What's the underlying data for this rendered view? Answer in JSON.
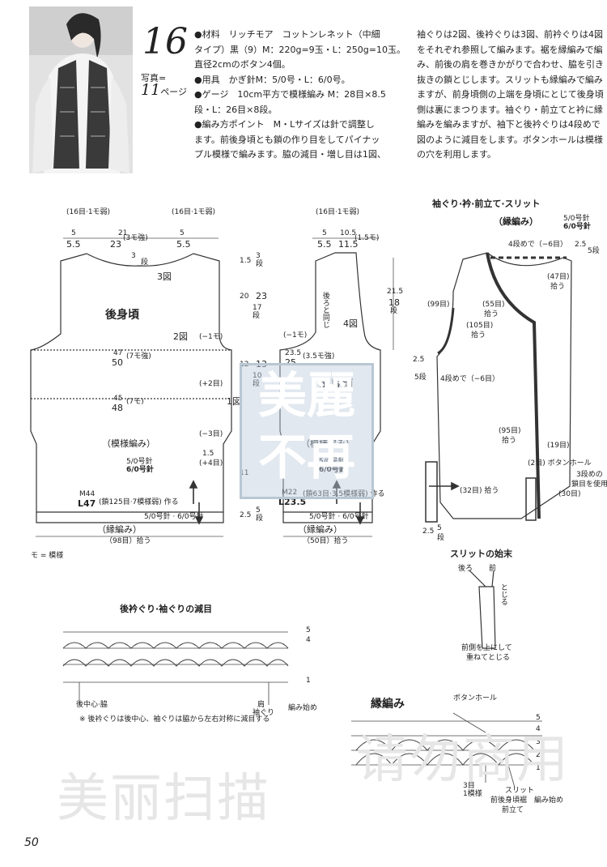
{
  "header": {
    "pattern_number": "16",
    "photo_label": "写真=",
    "photo_page_num": "11",
    "photo_page_unit": "ページ"
  },
  "materials_text": [
    "●材料　リッチモア　コットンレネット（中細",
    "タイプ）黒（9）M：220g=9玉・L：250g=10玉。",
    "直径2cmのボタン4個。",
    "●用具　かぎ針M：5/0号・L：6/0号。",
    "●ゲージ　10cm平方で模様編み M：28目×8.5",
    "段・L：26目×8段。",
    "●編み方ポイント　M・Lサイズは針で調整し",
    "ます。前後身頃とも鎖の作り目をしてパイナッ",
    "プル模様で編みます。脇の減目・増し目は1図、"
  ],
  "instructions_text": [
    "袖ぐりは2図、後衿ぐりは3図、前衿ぐりは4図",
    "をそれぞれ参照して編みます。裾を縁編みで編",
    "み、前後の肩を巻きかがりで合わせ、脇を引き",
    "抜きの鎖とじします。スリットも縁編みで編み",
    "ますが、前身頃側の上端を身頃にとじて後身頃",
    "側は裏にまつります。袖ぐり・前立てと衿に縁",
    "編みを編みますが、袖下と後衿ぐりは4段めで",
    "図のように減目をします。ボタンホールは模様",
    "の穴を利用します。"
  ],
  "back_body": {
    "title": "後身頃",
    "fig_label3": "3図",
    "fig_label2": "2図",
    "fig_label1": "1図",
    "pattern_label": "（模様編み）",
    "needle1": "5/0号針",
    "needle2": "6/0号針",
    "top_shoulder_l": "(16目·1モ弱)",
    "top_shoulder_r": "(16目·1モ弱)",
    "top_5_l": "5",
    "top_55_l": "5.5",
    "top_21": "21",
    "top_23": "23",
    "top_mo": "(3モ強)",
    "top_5_r": "5",
    "top_55_r": "5.5",
    "neck_3": "3",
    "neck_3dan": "段",
    "arm_minus": "(−1モ)",
    "width_47": "47",
    "width_50": "50",
    "width_mo": "(7モ強)",
    "plus2": "(+2目)",
    "width_45": "45",
    "width_48": "48",
    "width_mo2": "(7モ)",
    "minus3": "(−3目)",
    "d15": "1.5",
    "plus4": "(+4目)",
    "m44": "M44",
    "l47": "L47",
    "chain": "(鎖125目·7模様弱) 作る",
    "edge_needles": "5/0号針 · 6/0号針",
    "edge_label": "（縁編み）",
    "edge_pick": "（98目）拾う"
  },
  "side_dims": {
    "d15": "1.5",
    "d3": "3",
    "dan3": "段",
    "d20": "20",
    "d23": "23",
    "d17": "17",
    "dan17": "段",
    "d12": "12",
    "d13": "13",
    "d10": "10",
    "d11": "11",
    "d10dan": "段",
    "d25": "2.5",
    "d5": "5",
    "dan5": "段",
    "same_as_back": "後ろと同じ"
  },
  "front_body": {
    "title": "前身頃",
    "fig_label4": "4図",
    "top_shoulder": "(16目·1モ弱)",
    "t5": "5",
    "t55": "5.5",
    "t105": "10.5",
    "t115": "11.5",
    "t15mo": "(1.5モ)",
    "d215": "21.5",
    "d18": "18",
    "dan18": "段",
    "minus1": "(−1モ)",
    "w235": "23.5",
    "w25": "25",
    "w35mo": "(3.5モ強)",
    "pattern_label": "（模様編み）",
    "needle1": "5/0号針",
    "needle2": "6/0号針",
    "m22": "M22",
    "l235": "L23.5",
    "chain": "(鎖63目·3.5模様弱) 作る",
    "edge_needles": "5/0号針 · 6/0号針",
    "edge_label": "（縁編み）",
    "edge_pick": "（50目）拾う"
  },
  "legend": "モ = 模様",
  "trim_diagram": {
    "title": "袖ぐり·衿·前立て·スリット",
    "label": "（縁編み）",
    "needle1": "5/0号針",
    "needle2": "6/0号針",
    "row4_top": "4段めで（−6目）",
    "d25": "2.5",
    "d5dan": "5段",
    "s47": "(47目)",
    "pick": "拾う",
    "s99": "(99目)",
    "s55": "(55目)",
    "s105": "(105目)",
    "row4_mid": "4段めで（−6目）",
    "s95": "(95目)",
    "s19": "(19目)",
    "s2": "(2目) ボタンホール",
    "note3": "3段めの",
    "note3b": "鎖目を使用",
    "s30": "(30目)",
    "s32": "(32目) 拾う",
    "b25": "2.5",
    "b5": "5",
    "bdan": "段"
  },
  "slit": {
    "title": "スリットの始末",
    "back": "後ろ",
    "front": "前",
    "sew": "とじる",
    "note1": "前側を上にして",
    "note2": "重ねてとじる"
  },
  "neck_chart": {
    "title": "後衿ぐり·袖ぐりの減目",
    "row5": "5",
    "row4": "4",
    "row1": "1",
    "center": "後中心·脇",
    "shoulder": "肩",
    "armhole": "袖ぐり",
    "start": "編み始め",
    "note": "※ 後衿ぐりは後中心、袖ぐりは脇から左右対称に減目する"
  },
  "border_chart": {
    "title": "縁編み",
    "buttonhole": "ボタンホール",
    "rows": [
      "5",
      "4",
      "3",
      "2",
      "1"
    ],
    "pattern": "3目",
    "one": "1模様",
    "slit": "スリット",
    "hem": "前後身頃裾",
    "placket": "前立て",
    "start": "編み始め"
  },
  "watermarks": {
    "stamp1": "美麗",
    "stamp2": "不再",
    "wm1": "美丽扫描",
    "wm2": "请勿商用"
  },
  "page_number": "50"
}
